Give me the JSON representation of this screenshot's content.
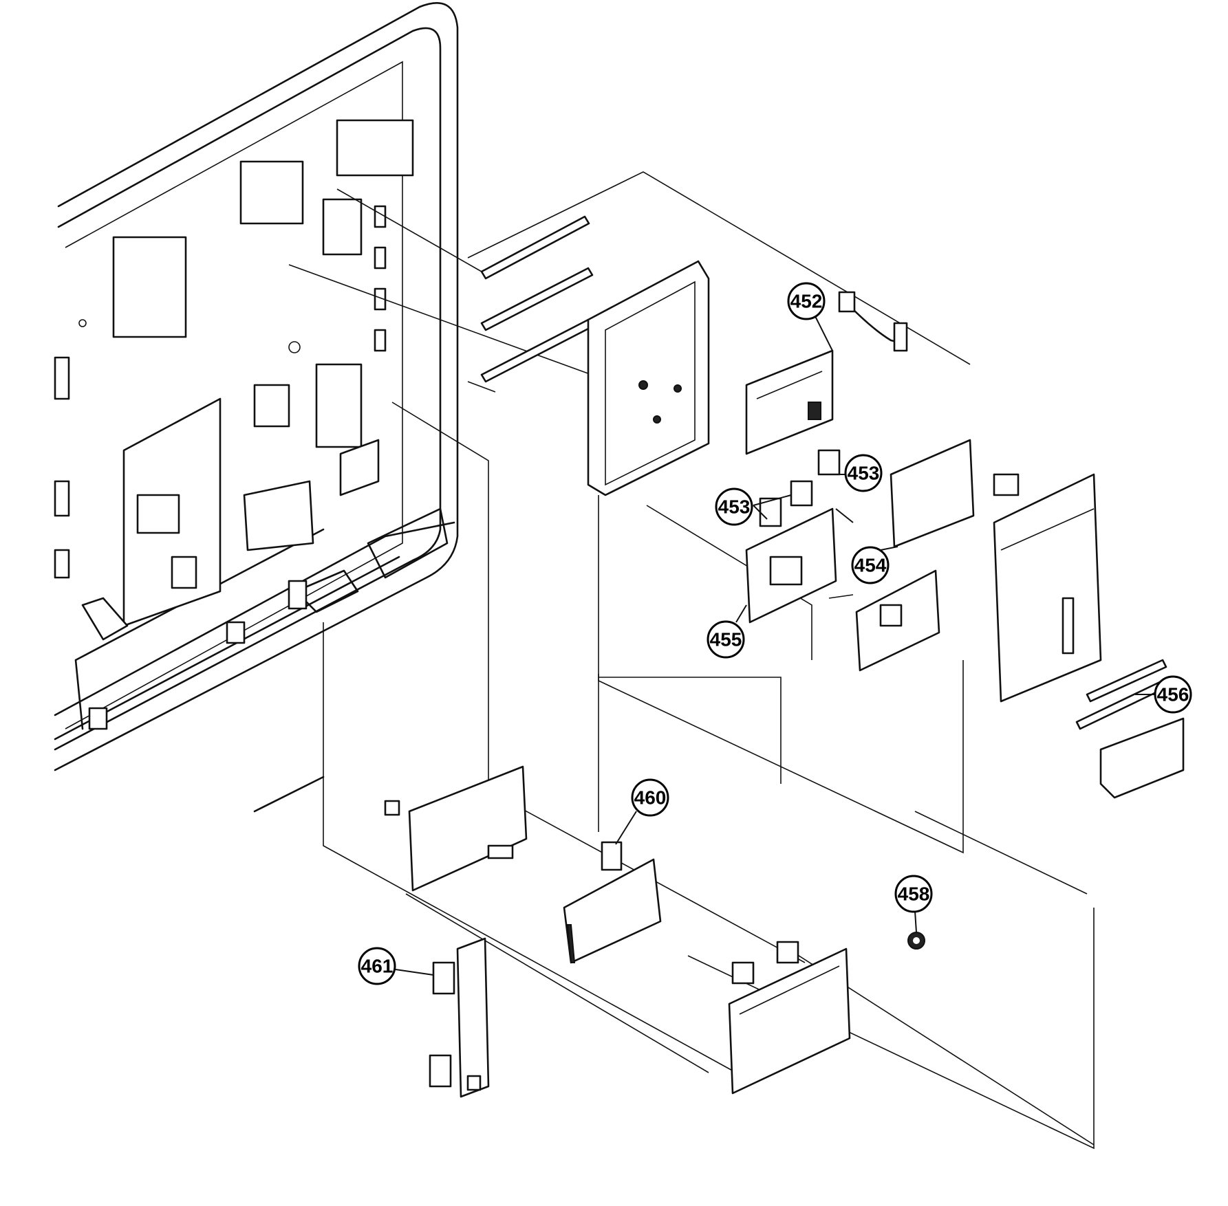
{
  "diagram": {
    "callouts": [
      {
        "id": "452",
        "label": "452"
      },
      {
        "id": "453a",
        "label": "453"
      },
      {
        "id": "453b",
        "label": "453"
      },
      {
        "id": "454",
        "label": "454"
      },
      {
        "id": "455",
        "label": "455"
      },
      {
        "id": "456",
        "label": "456"
      },
      {
        "id": "458",
        "label": "458"
      },
      {
        "id": "460",
        "label": "460"
      },
      {
        "id": "461",
        "label": "461"
      }
    ]
  }
}
